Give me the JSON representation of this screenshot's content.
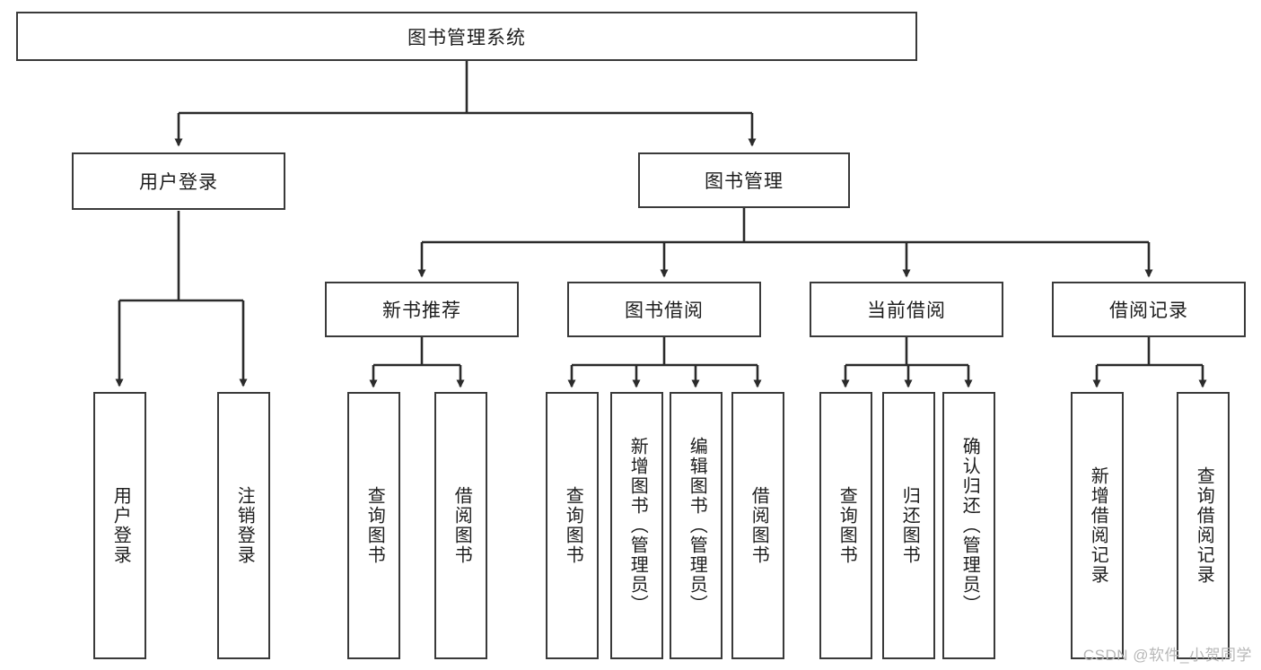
{
  "diagram": {
    "title": "图书管理系统",
    "type": "tree-hierarchy",
    "watermark": "CSDN @软件_小贺同学",
    "colors": {
      "box_border": "#3a3a3a",
      "box_fill": "#ffffff",
      "edge": "#2b2b2b",
      "text": "#1d1d1d",
      "watermark": "#b7b7b7"
    },
    "root": {
      "label": "图书管理系统"
    },
    "level2": [
      {
        "label": "用户登录"
      },
      {
        "label": "图书管理"
      }
    ],
    "level3": [
      {
        "label": "新书推荐"
      },
      {
        "label": "图书借阅"
      },
      {
        "label": "当前借阅"
      },
      {
        "label": "借阅记录"
      }
    ],
    "leaves": {
      "user_login": [
        {
          "label": "用户登录"
        },
        {
          "label": "注销登录"
        }
      ],
      "new_book_recommend": [
        {
          "label": "查询图书"
        },
        {
          "label": "借阅图书"
        }
      ],
      "book_borrow": [
        {
          "label": "查询图书"
        },
        {
          "label": "新增图书（管理员）"
        },
        {
          "label": "编辑图书（管理员）"
        },
        {
          "label": "借阅图书"
        }
      ],
      "current_borrow": [
        {
          "label": "查询图书"
        },
        {
          "label": "归还图书"
        },
        {
          "label": "确认归还（管理员）"
        }
      ],
      "borrow_record": [
        {
          "label": "新增借阅记录"
        },
        {
          "label": "查询借阅记录"
        }
      ]
    }
  }
}
